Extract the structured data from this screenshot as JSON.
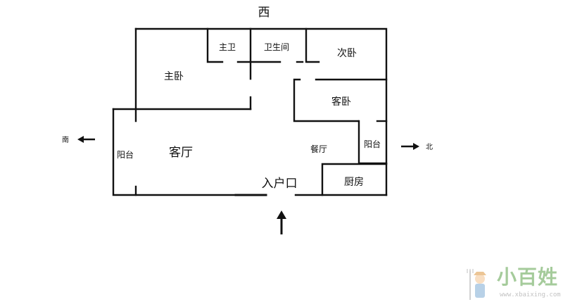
{
  "compass": {
    "west": "西",
    "south": "南",
    "north": "北"
  },
  "rooms": {
    "master_bath": "主卫",
    "bathroom": "卫生间",
    "second_bedroom": "次卧",
    "master_bedroom": "主卧",
    "guest_bedroom": "客卧",
    "living_room": "客厅",
    "dining_room": "餐厅",
    "balcony_south": "阳台",
    "balcony_north": "阳台",
    "kitchen": "厨房",
    "entrance": "入户口"
  },
  "watermark": {
    "brand": "小百姓",
    "url": "www.xbaixing.com"
  },
  "colors": {
    "wall": "#111111",
    "brand_green": "#5cb85c",
    "brand_orange": "#f0a050"
  }
}
